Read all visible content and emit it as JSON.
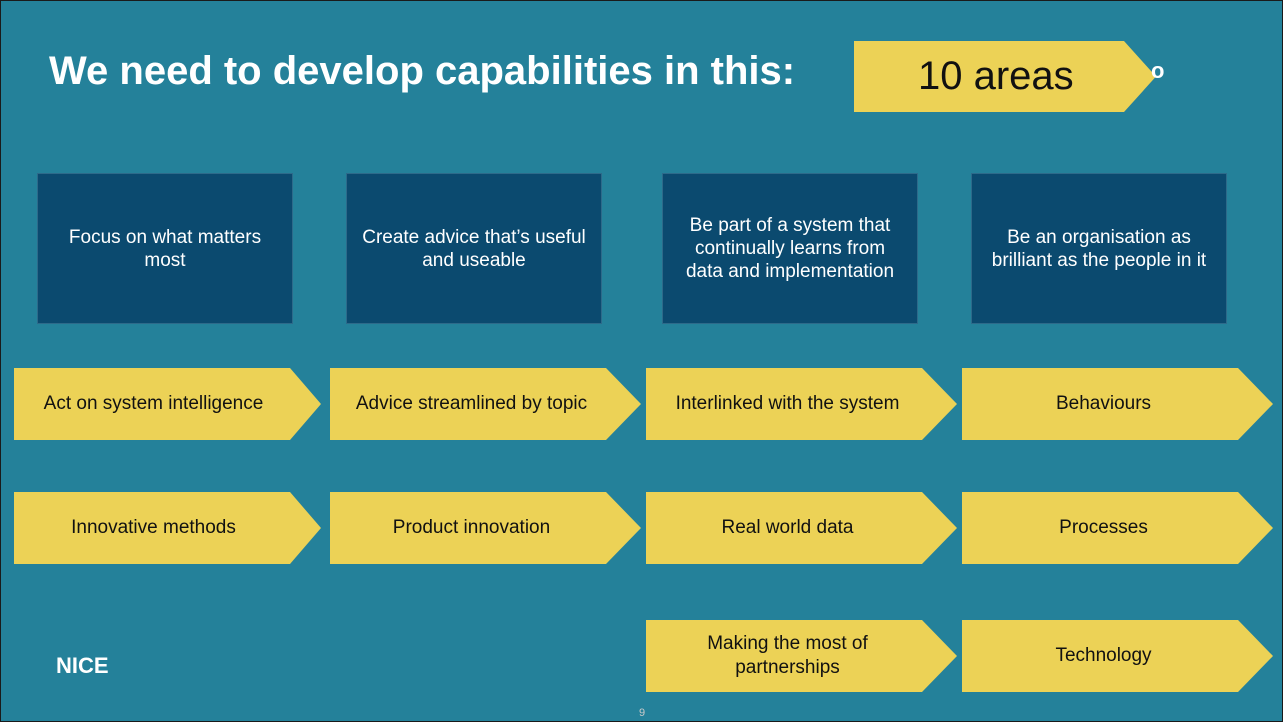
{
  "slide": {
    "title": "We need to develop capabilities in this:",
    "badge": "10 areas",
    "badge_tail": "o",
    "logo": "NICE",
    "page_number": "9",
    "colors": {
      "background": "#24819a",
      "blue_box": "#0b4a6f",
      "chevron": "#ecd256"
    }
  },
  "pillars": [
    {
      "label": "Focus on what matters most"
    },
    {
      "label": "Create advice that’s useful and useable"
    },
    {
      "label": "Be part of a system that continually learns from data and implementation"
    },
    {
      "label": "Be an organisation as brilliant as the people in it"
    }
  ],
  "areas": {
    "row1": [
      {
        "label": "Act on system intelligence"
      },
      {
        "label": "Advice streamlined by topic"
      },
      {
        "label": "Interlinked with the system"
      },
      {
        "label": "Behaviours"
      }
    ],
    "row2": [
      {
        "label": "Innovative methods"
      },
      {
        "label": "Product innovation"
      },
      {
        "label": "Real world data"
      },
      {
        "label": "Processes"
      }
    ],
    "row3": [
      {
        "label": "Making the most of partnerships"
      },
      {
        "label": "Technology"
      }
    ]
  }
}
